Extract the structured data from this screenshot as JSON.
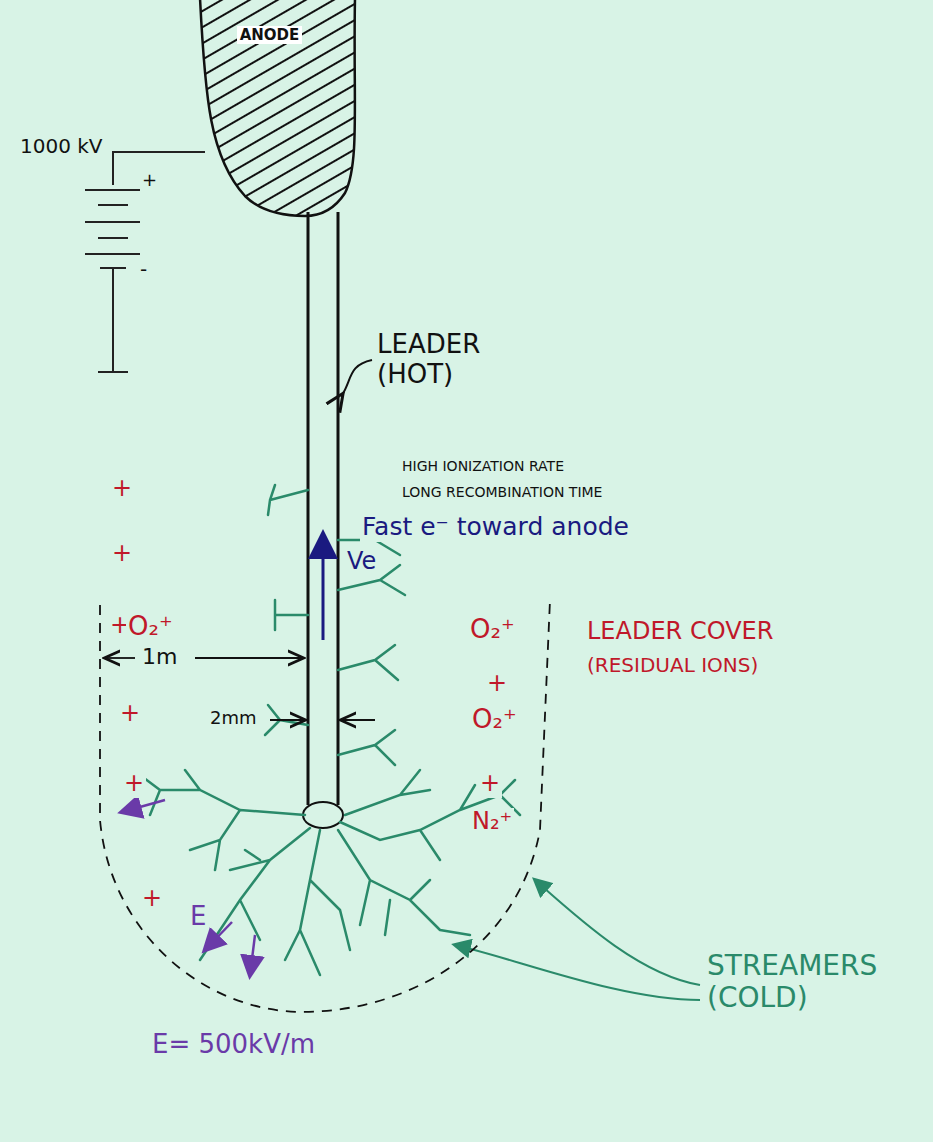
{
  "diagram": {
    "nodes": [
      {
        "text": [
          "ANODE"
        ]
      }
    ],
    "labels": [
      "1000 kV",
      "+",
      "-",
      "LEADER (HOT)",
      "HIGH IONIZATION RATE",
      "LONG RECOMBINATION TIME",
      "Fast e⁻ toward anode",
      "Ve",
      "O₂⁺",
      "LEADER COVER",
      "(RESIDUAL IONS)",
      "+",
      "O₂⁺",
      "+",
      "N₂⁺",
      "+",
      "+",
      "+",
      "O₂⁺",
      "+",
      "+",
      "+",
      "1m",
      "2mm",
      "E",
      "E= 500kV/m",
      "STREAMERS (COLD)"
    ]
  }
}
